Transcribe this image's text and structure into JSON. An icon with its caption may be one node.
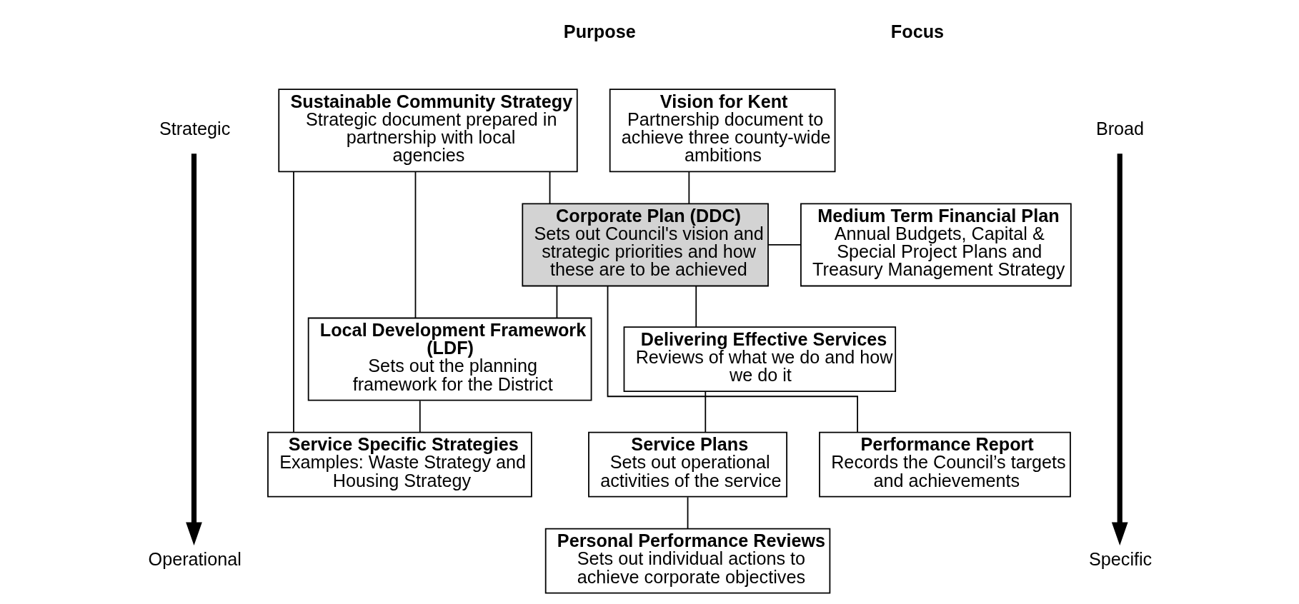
{
  "diagram": {
    "nodes": [
      {
        "text": [
          "Sustainable Community Strategy",
          "Strategic document prepared in partnership with local agencies"
        ]
      },
      {
        "text": [
          "Vision for Kent",
          "Partnership document to achieve three county-wide ambitions"
        ]
      },
      {
        "text": [
          "**Corporate Plan** (DDC)",
          "Sets out Council's vision and strategic priorities and how these are to be achieved"
        ]
      },
      {
        "text": [
          "Medium Term Financial Plan",
          "Annual Budgets, Capital & Special Project Plans and Treasury Management Strategy"
        ]
      },
      {
        "text": [
          "Local Development Framework (LDF)",
          "Sets out the planning framework for the District"
        ]
      },
      {
        "text": [
          "Delivering Effective Services",
          "Reviews of what we do and how we do it"
        ]
      },
      {
        "text": [
          "Service Specific Strategies",
          "Examples: Waste Strategy and Housing Strategy"
        ]
      },
      {
        "text": [
          "Service Plans",
          "Sets out operational activities of the service"
        ]
      },
      {
        "text": [
          "Performance Report",
          "Records the Council’s targets and achievements"
        ]
      },
      {
        "text": [
          "Personal Performance Reviews",
          "Sets out individual actions to achieve corporate objectives"
        ]
      },
      {
        "text": [
          "Strategic"
        ]
      },
      {
        "text": [
          "Operational"
        ]
      },
      {
        "text": [
          "Broad"
        ]
      },
      {
        "text": [
          "Specific"
        ]
      }
    ],
    "edges": [
      {
        "from": 0,
        "to": 2,
        "arrow": "none"
      },
      {
        "from": 1,
        "to": 2,
        "arrow": "none"
      },
      {
        "from": 2,
        "to": 3,
        "arrow": "none"
      },
      {
        "from": 2,
        "to": 4,
        "arrow": "none"
      },
      {
        "from": 0,
        "to": 4,
        "arrow": "none"
      },
      {
        "from": 0,
        "to": 6,
        "arrow": "none"
      },
      {
        "from": 4,
        "to": 6,
        "arrow": "none"
      },
      {
        "from": 2,
        "to": 5,
        "arrow": "none"
      },
      {
        "from": 5,
        "to": 7,
        "arrow": "none"
      },
      {
        "from": 7,
        "to": 9,
        "arrow": "none"
      },
      {
        "from": 2,
        "to": 8,
        "arrow": "none"
      },
      {
        "from": 10,
        "to": 11,
        "arrow": "to",
        "style": "thick"
      },
      {
        "from": 12,
        "to": 13,
        "arrow": "to",
        "style": "thick"
      }
    ],
    "labels": [
      "Purpose",
      "Focus"
    ]
  }
}
